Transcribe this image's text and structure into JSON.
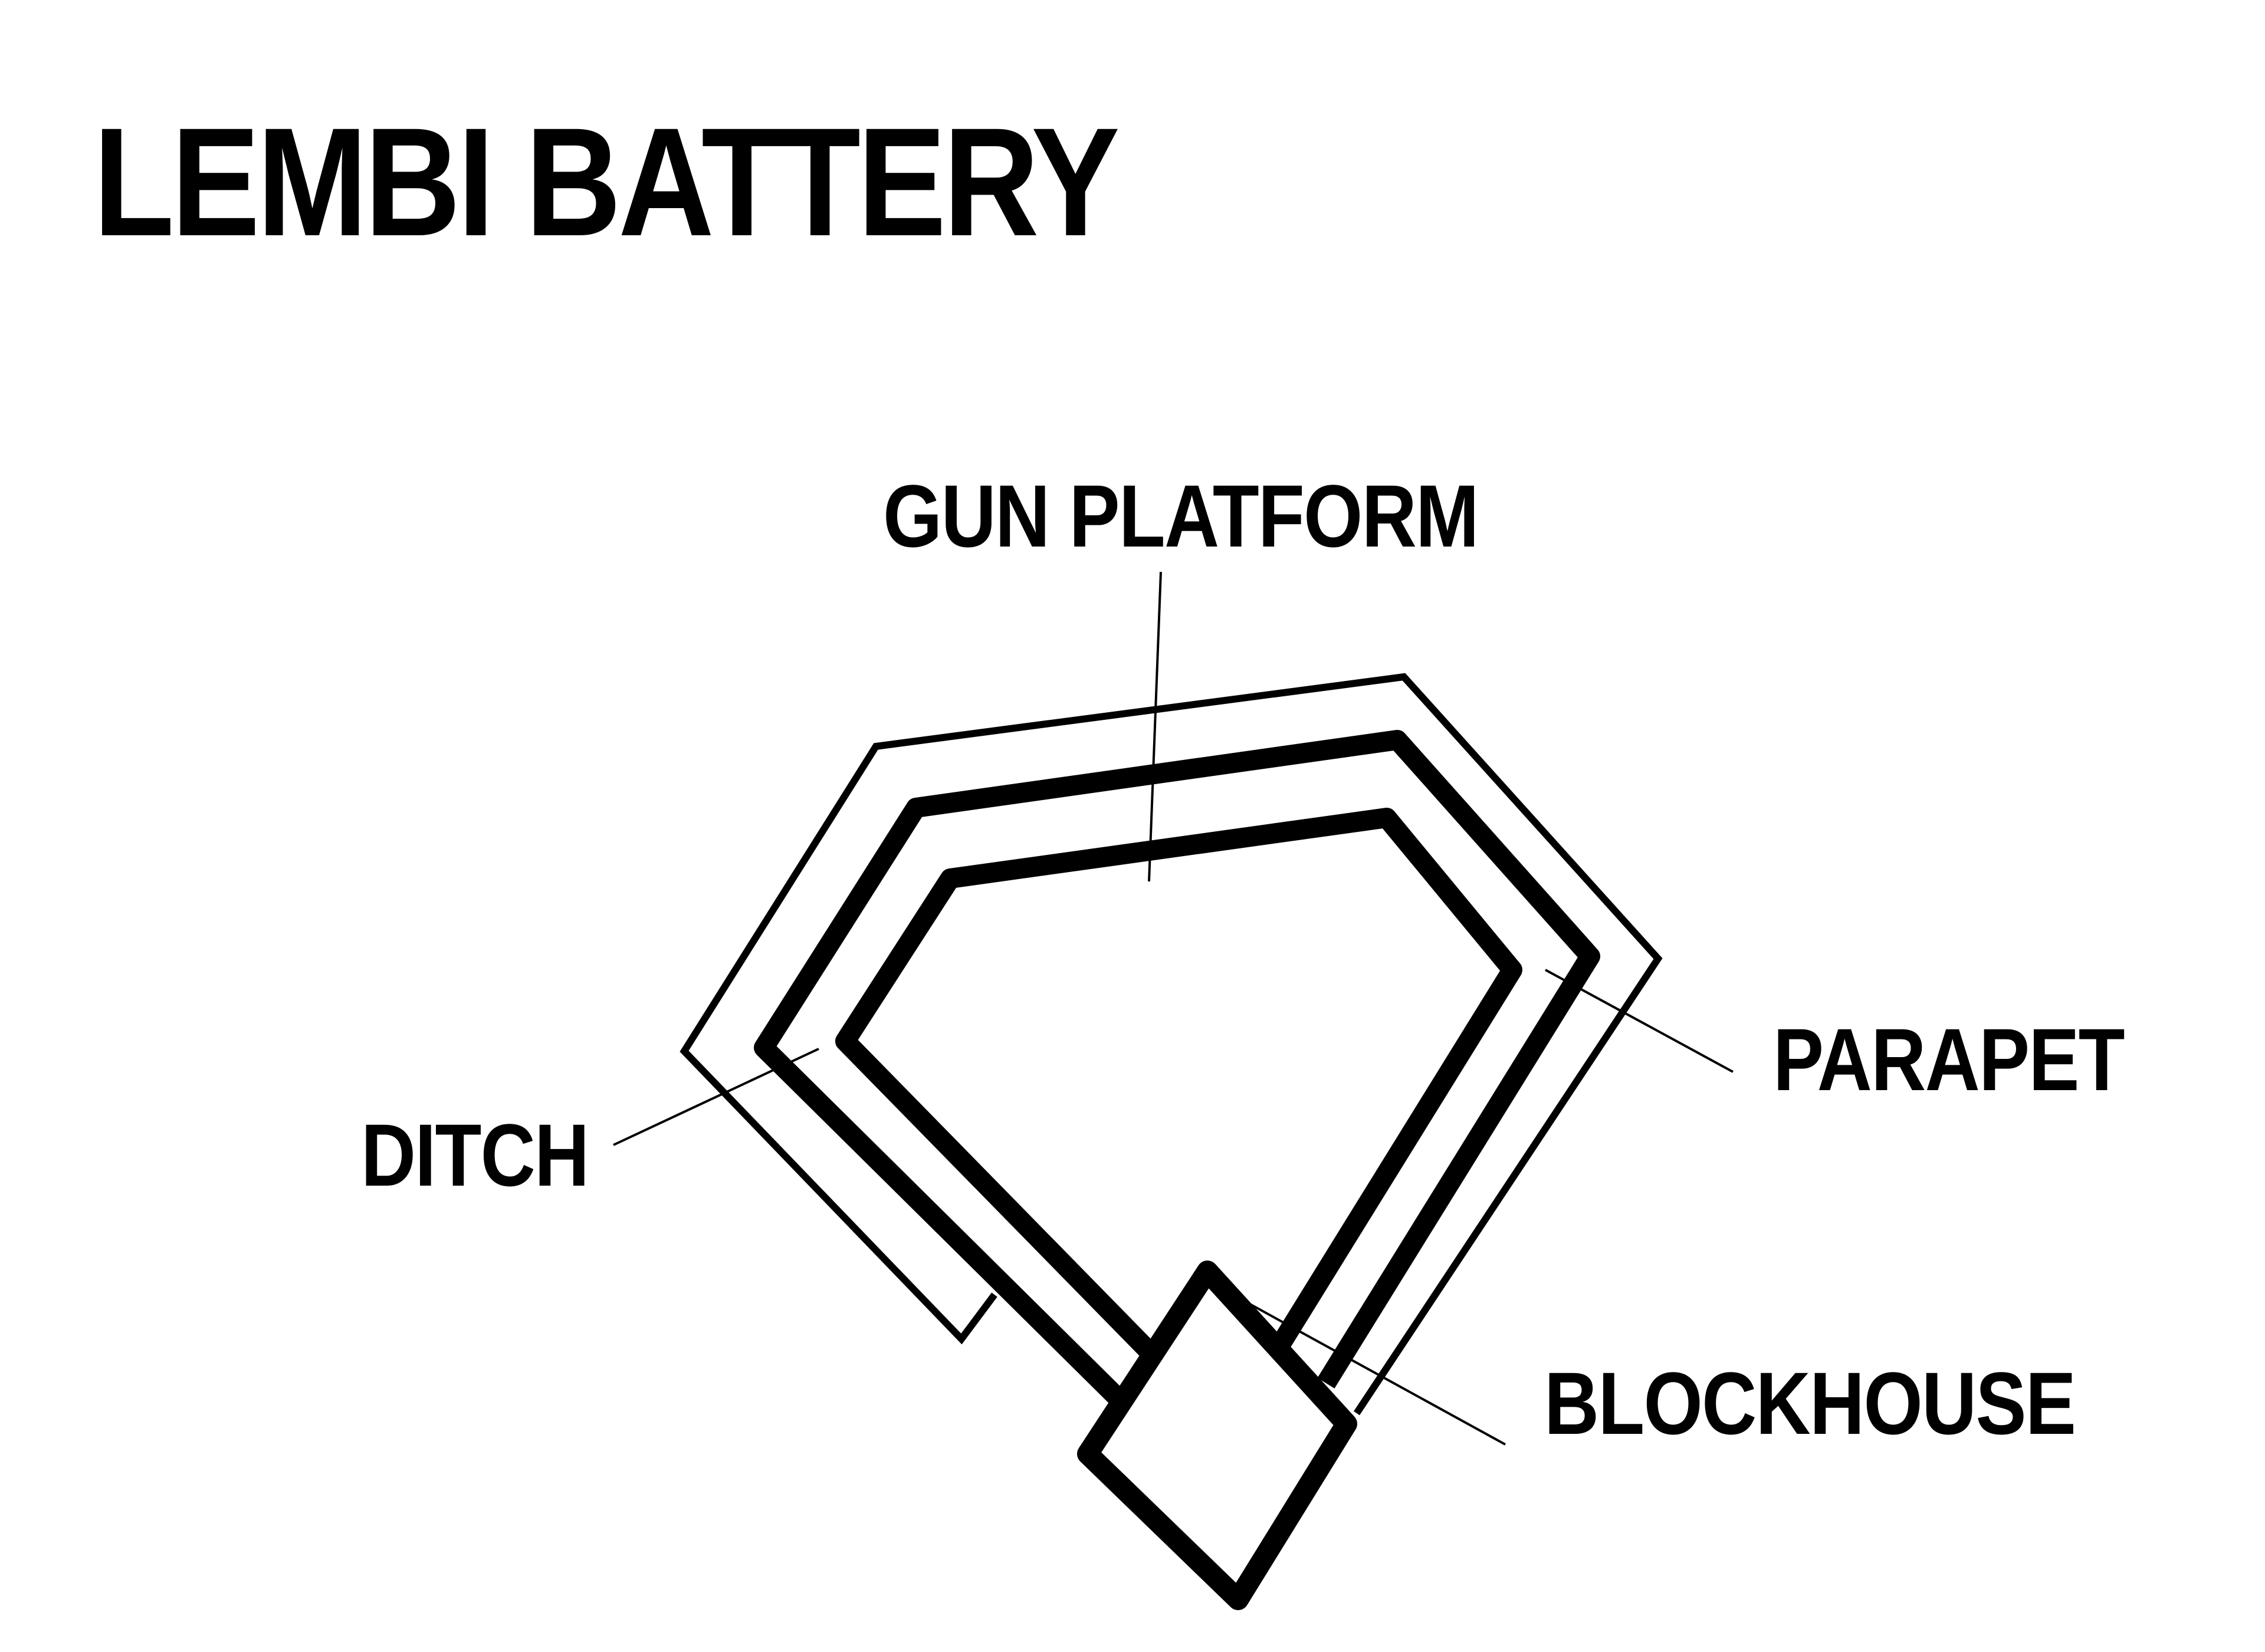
{
  "title": "LEMBI BATTERY",
  "labels": {
    "gun_platform": "GUN PLATFORM",
    "parapet": "PARAPET",
    "ditch": "DITCH",
    "blockhouse": "BLOCKHOUSE"
  },
  "colors": {
    "stroke": "#000000",
    "background": "#ffffff"
  }
}
